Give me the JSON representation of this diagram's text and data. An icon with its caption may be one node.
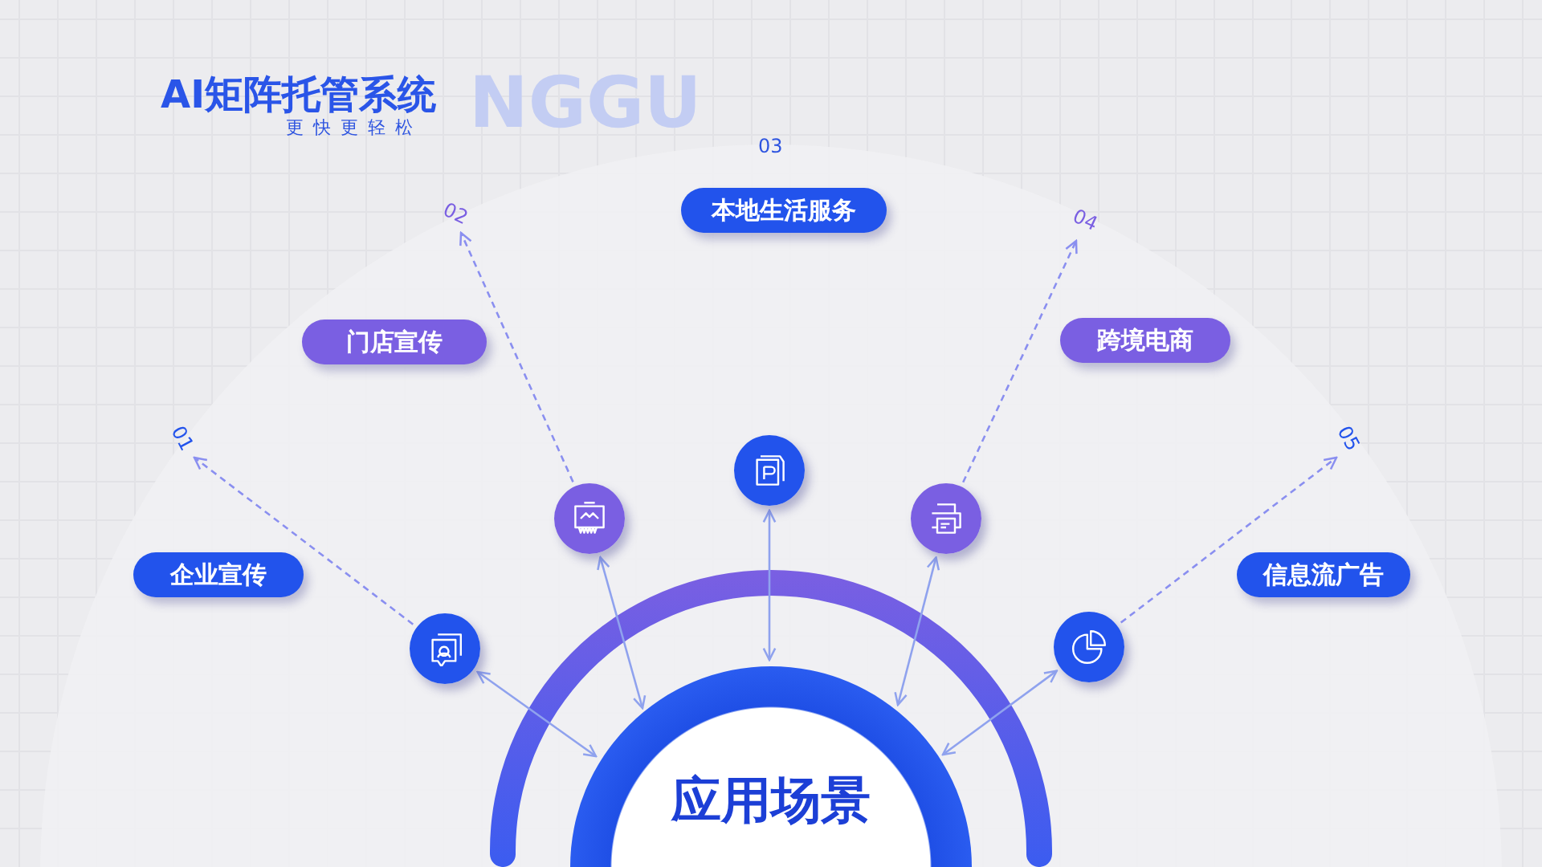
{
  "diagram": {
    "title": "AI矩阵托管系统",
    "nodes": [
      {
        "text": [
          "应用场景"
        ]
      },
      {
        "text": [],
        "shape": "circle"
      },
      {
        "text": [],
        "shape": "circle"
      },
      {
        "text": [],
        "shape": "circle"
      },
      {
        "text": [],
        "shape": "circle"
      },
      {
        "text": [],
        "shape": "circle"
      },
      {
        "text": [
          "01"
        ]
      },
      {
        "text": [
          "02"
        ]
      },
      {
        "text": [
          "04"
        ]
      },
      {
        "text": [
          "05"
        ]
      },
      {
        "text": [
          "企业宣传"
        ]
      },
      {
        "text": [
          "门店宣传"
        ]
      },
      {
        "text": [
          "本地生活服务"
        ]
      },
      {
        "text": [
          "跨境电商"
        ]
      },
      {
        "text": [
          "信息流广告"
        ]
      }
    ],
    "edges": [
      {
        "from": 0,
        "to": 1,
        "arrow": "both"
      },
      {
        "from": 0,
        "to": 2,
        "arrow": "both"
      },
      {
        "from": 0,
        "to": 3,
        "arrow": "both"
      },
      {
        "from": 0,
        "to": 4,
        "arrow": "both"
      },
      {
        "from": 0,
        "to": 5,
        "arrow": "both"
      },
      {
        "from": 1,
        "to": 6,
        "arrow": "to",
        "style": "dashed"
      },
      {
        "from": 2,
        "to": 7,
        "arrow": "to",
        "style": "dashed"
      },
      {
        "from": 4,
        "to": 8,
        "arrow": "to",
        "style": "dashed"
      },
      {
        "from": 5,
        "to": 9,
        "arrow": "to",
        "style": "dashed"
      }
    ],
    "labels": [
      "更快更轻松",
      "NGGU",
      "03"
    ]
  }
}
